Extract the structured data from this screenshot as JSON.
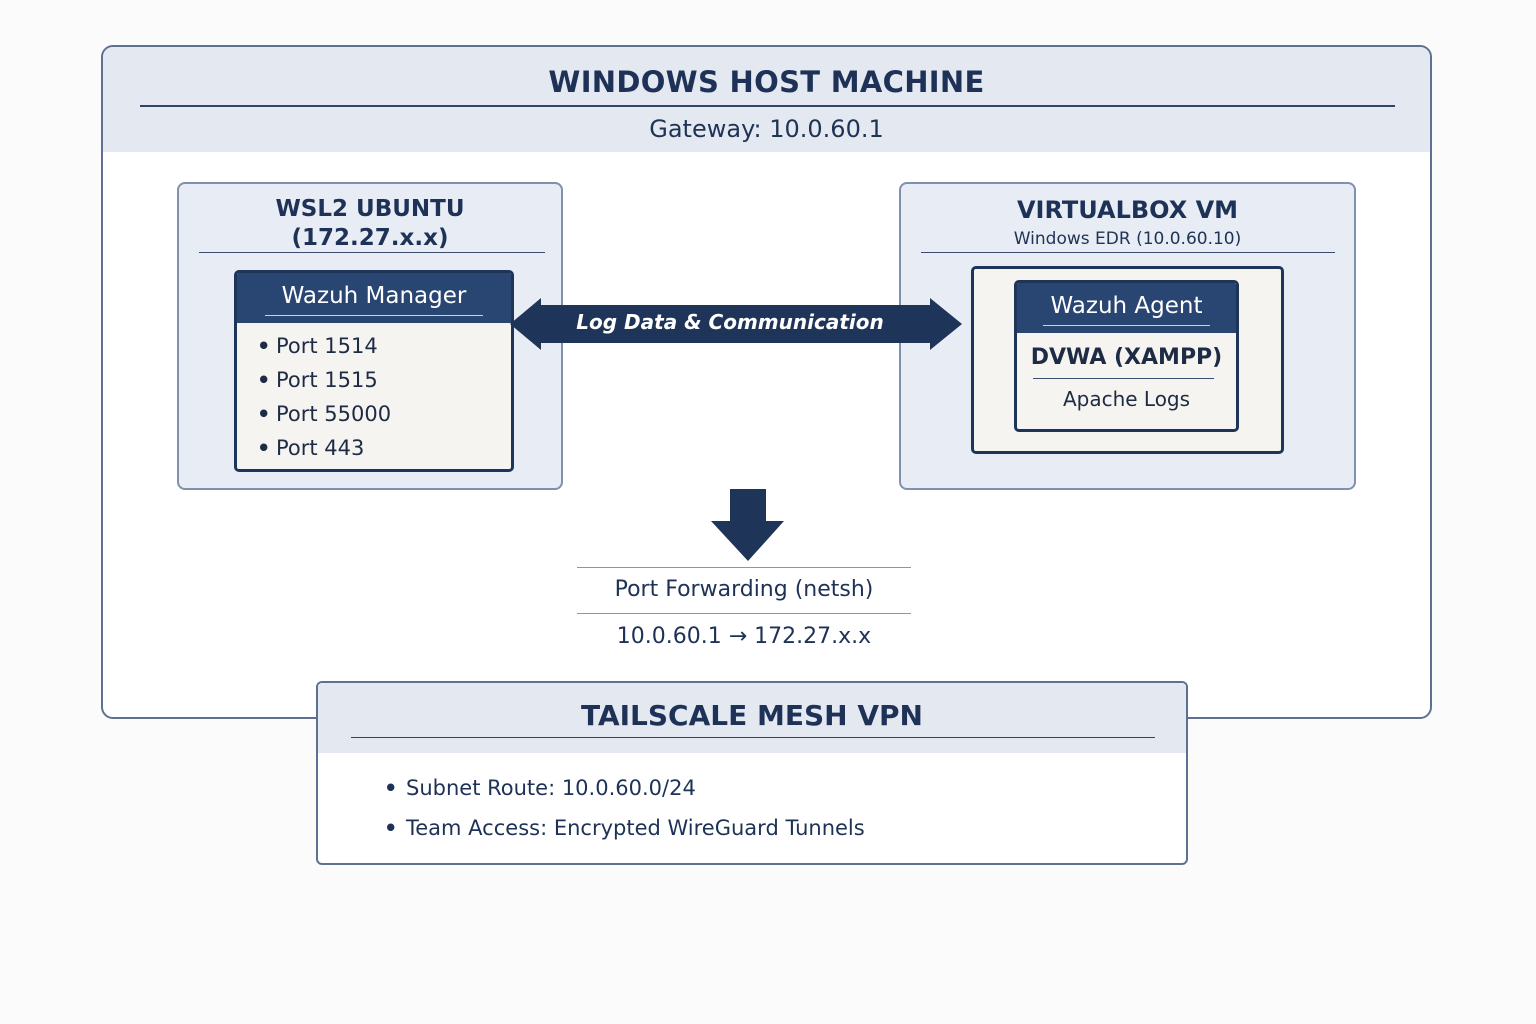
{
  "host": {
    "title": "WINDOWS HOST MACHINE",
    "gateway": "Gateway: 10.0.60.1"
  },
  "wsl": {
    "title": "WSL2 UBUNTU",
    "ip": "(172.27.x.x)",
    "manager": {
      "title": "Wazuh Manager",
      "ports": [
        "Port 1514",
        "Port 1515",
        "Port 55000",
        "Port 443"
      ]
    }
  },
  "vbox": {
    "title": "VIRTUALBOX VM",
    "subtitle": "Windows EDR (10.0.60.10)",
    "agent": {
      "title": "Wazuh Agent",
      "app": "DVWA (XAMPP)",
      "logs": "Apache Logs"
    }
  },
  "link": {
    "label": "Log Data & Communication"
  },
  "port_forwarding": {
    "title": "Port Forwarding (netsh)",
    "mapping": "10.0.60.1 → 172.27.x.x"
  },
  "tailscale": {
    "title": "TAILSCALE MESH VPN",
    "items": [
      "Subnet Route: 10.0.60.0/24",
      "Team Access: Encrypted WireGuard Tunnels"
    ]
  },
  "colors": {
    "navy": "#294571",
    "header_band": "#e3e8f1",
    "panel_fill": "#e8ecf5",
    "card_fill": "#f5f4f0"
  }
}
